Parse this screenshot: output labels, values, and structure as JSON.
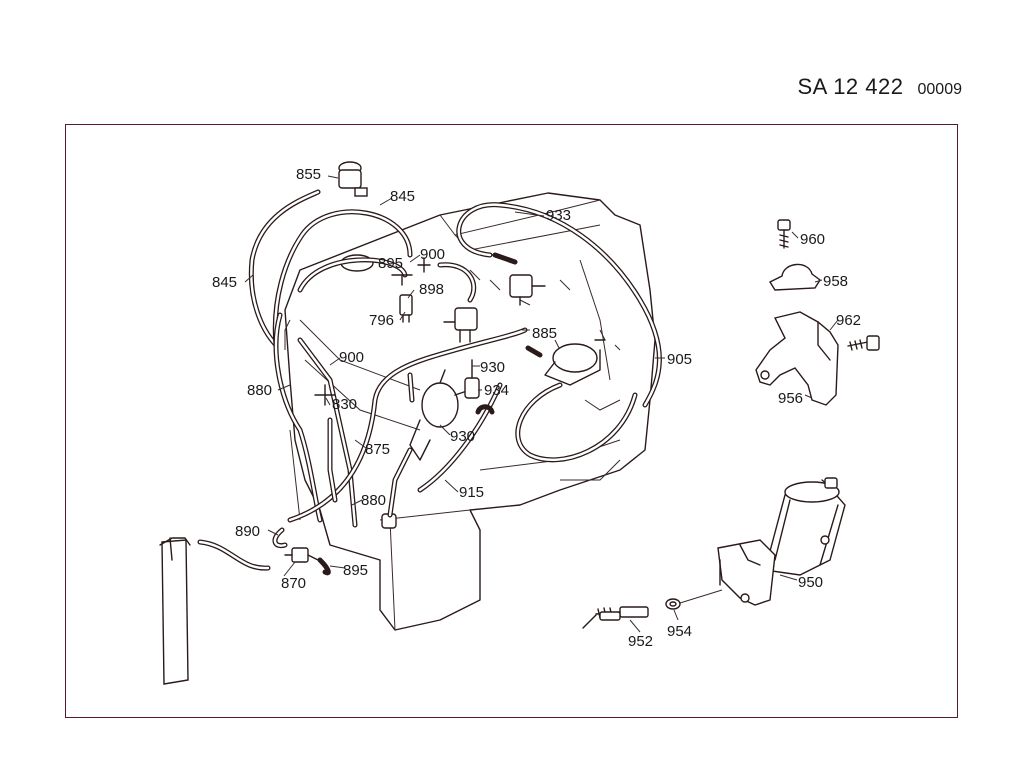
{
  "header": {
    "title": "SA   12 422",
    "code": "00009"
  },
  "labels": {
    "l855": "855",
    "l845a": "845",
    "l845b": "845",
    "l933": "933",
    "l900a": "900",
    "l895a": "895",
    "l898": "898",
    "l796": "796",
    "l885": "885",
    "l905": "905",
    "l900b": "900",
    "l930a": "930",
    "l934": "934",
    "l880a": "880",
    "l830": "830",
    "l930b": "930",
    "l875": "875",
    "l915": "915",
    "l880b": "880",
    "l890": "890",
    "l870": "870",
    "l895b": "895",
    "l960": "960",
    "l958": "958",
    "l962": "962",
    "l956": "956",
    "l950": "950",
    "l952": "952",
    "l954": "954"
  }
}
